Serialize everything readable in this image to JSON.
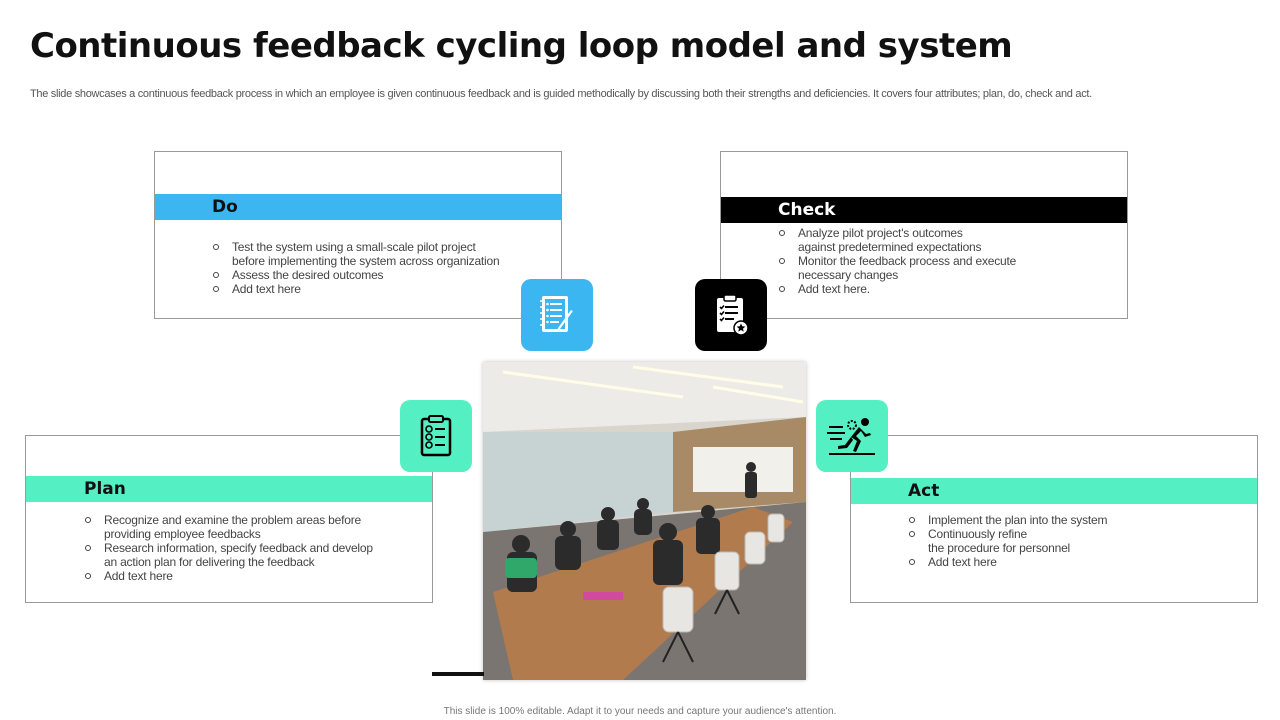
{
  "title": "Continuous feedback cycling loop model and system",
  "subtitle": "The slide showcases a continuous feedback process in which an employee is given continuous feedback and is guided methodically by discussing both their strengths and deficiencies. It covers four attributes; plan, do, check and act.",
  "colors": {
    "blue": "#3bb6f1",
    "black": "#000000",
    "teal": "#55efc4"
  },
  "do": {
    "label": "Do",
    "icon": "checklist-pen-icon",
    "items": [
      "Test the system using a small-scale pilot project",
      "before implementing the system across organization",
      "Assess the desired outcomes",
      "Add text here"
    ]
  },
  "check": {
    "label": "Check",
    "icon": "clipboard-star-icon",
    "items": [
      "Analyze  pilot project's outcomes",
      "against predetermined expectations",
      "Monitor the feedback process and execute",
      "necessary changes",
      "Add text here."
    ]
  },
  "plan": {
    "label": "Plan",
    "icon": "clipboard-checklist-icon",
    "items": [
      "Recognize and examine the problem areas before",
      "providing employee feedbacks",
      "Research information, specify feedback and develop",
      "an action plan for delivering the feedback",
      "Add text here"
    ]
  },
  "act": {
    "label": "Act",
    "icon": "running-person-gear-icon",
    "items": [
      "Implement the plan into the system",
      "Continuously refine",
      "the procedure for personnel",
      "Add text here"
    ]
  },
  "photo": {
    "subject": "meeting-room-photo"
  },
  "footer": "This slide is 100% editable. Adapt it to your needs and capture your audience's attention."
}
